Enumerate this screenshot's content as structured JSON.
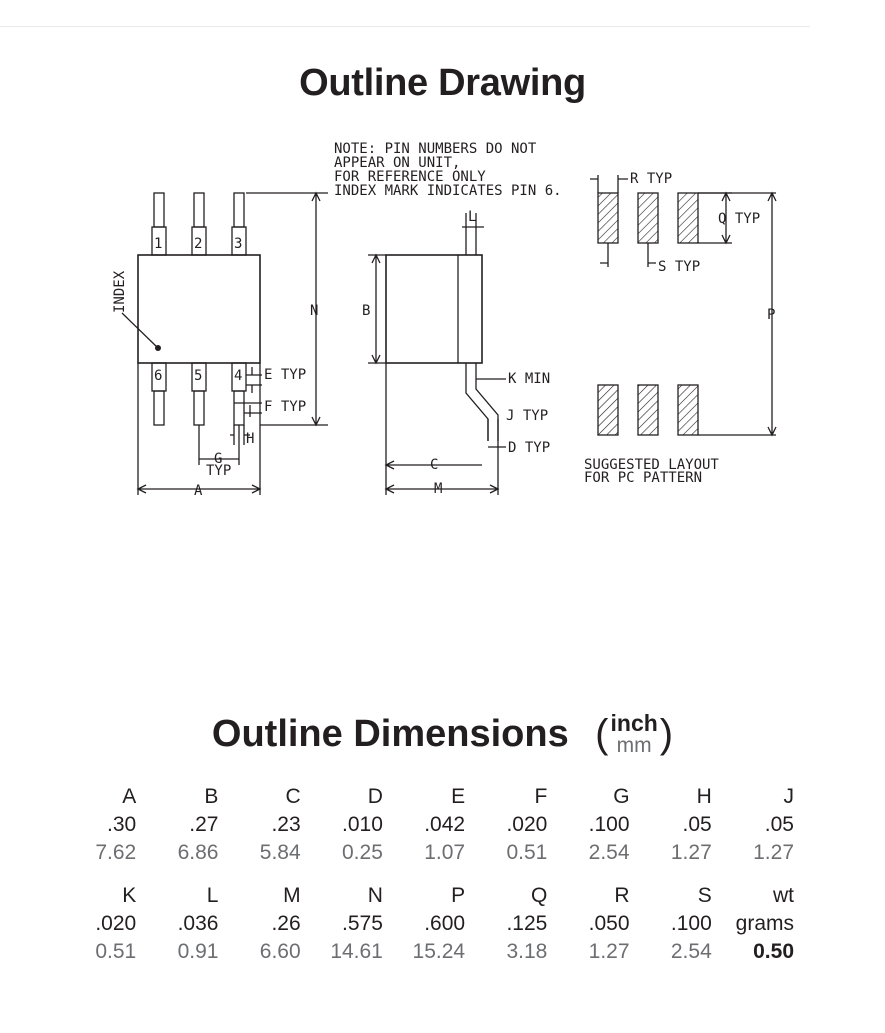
{
  "page": {
    "title": "Outline Drawing",
    "dims_title": "Outline Dimensions",
    "unit_top": "inch",
    "unit_bottom": "mm",
    "paren_open": "(",
    "paren_close": ")"
  },
  "drawing": {
    "note": [
      "NOTE: PIN NUMBERS DO NOT",
      "APPEAR ON UNIT,",
      "FOR REFERENCE ONLY",
      "INDEX MARK INDICATES PIN 6."
    ],
    "index_label": "INDEX",
    "pins": [
      "1",
      "2",
      "3",
      "6",
      "5",
      "4"
    ],
    "labels": {
      "e_typ": "E TYP",
      "f_typ": "F TYP",
      "h": "H",
      "g": "G",
      "g_typ": "TYP",
      "a": "A",
      "n": "N",
      "b": "B",
      "l": "L",
      "k_min": "K MIN",
      "j_typ": "J TYP",
      "d_typ": "D TYP",
      "c": "C",
      "m": "M",
      "r_typ": "R TYP",
      "q_typ": "Q TYP",
      "s_typ": "S TYP",
      "p": "P"
    },
    "layout_caption": [
      "SUGGESTED LAYOUT",
      "FOR PC PATTERN"
    ]
  },
  "dimensions": {
    "row1": {
      "labels": [
        "A",
        "B",
        "C",
        "D",
        "E",
        "F",
        "G",
        "H",
        "J"
      ],
      "inch": [
        ".30",
        ".27",
        ".23",
        ".010",
        ".042",
        ".020",
        ".100",
        ".05",
        ".05"
      ],
      "mm": [
        "7.62",
        "6.86",
        "5.84",
        "0.25",
        "1.07",
        "0.51",
        "2.54",
        "1.27",
        "1.27"
      ]
    },
    "row2": {
      "labels": [
        "K",
        "L",
        "M",
        "N",
        "P",
        "Q",
        "R",
        "S",
        "wt"
      ],
      "inch": [
        ".020",
        ".036",
        ".26",
        ".575",
        ".600",
        ".125",
        ".050",
        ".100",
        "grams"
      ],
      "mm": [
        "0.51",
        "0.91",
        "6.60",
        "14.61",
        "15.24",
        "3.18",
        "1.27",
        "2.54",
        "0.50"
      ]
    }
  }
}
